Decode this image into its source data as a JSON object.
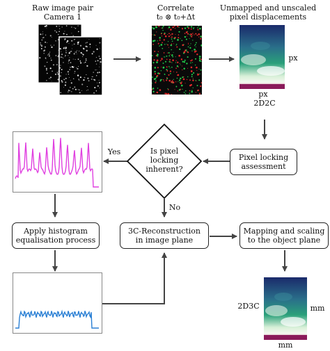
{
  "labels": {
    "raw_line1": "Raw image pair",
    "raw_line2": "Camera 1",
    "correlate_line1": "Correlate",
    "correlate_line2": "t₀ ⊗ t₀+Δt",
    "unmapped_line1": "Unmapped and unscaled",
    "unmapped_line2": "pixel displacements",
    "px_right": "px",
    "px_bottom": "px",
    "tag_2d2c": "2D2C",
    "yes": "Yes",
    "no": "No",
    "tag_2d3c": "2D3C",
    "mm_right": "mm",
    "mm_bottom": "mm"
  },
  "boxes": {
    "pixel_locking_line1": "Pixel locking",
    "pixel_locking_line2": "assessment",
    "decision_line1": "Is pixel",
    "decision_line2": "locking",
    "decision_line3": "inherent?",
    "histogram_line1": "Apply histogram",
    "histogram_line2": "equalisation process",
    "reconstruction_line1": "3C-Reconstruction",
    "reconstruction_line2": "in image plane",
    "mapping_line1": "Mapping and scaling",
    "mapping_line2": "to the object plane"
  },
  "colors": {
    "pink_signal": "#e040e0",
    "blue_signal": "#2a7fd4",
    "arrow": "#444444",
    "field_top": "#1a2a6a",
    "field_mid": "#2aa07a",
    "field_light": "#d8f0d8",
    "field_bottom": "#b02060"
  }
}
